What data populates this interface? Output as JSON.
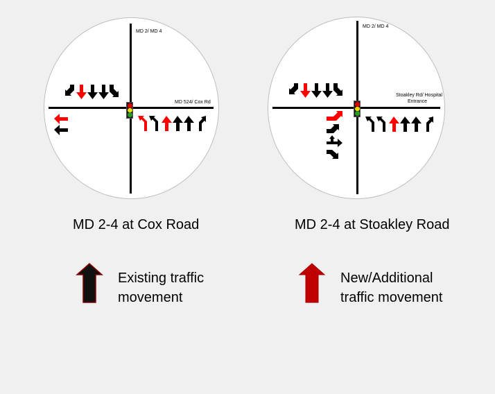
{
  "colors": {
    "background": "#f0f0f0",
    "existing": "#000000",
    "new": "#ff0000",
    "legend_new": "#c00000",
    "legend_existing_outline": "#8b0000",
    "signal_red": "#e00000",
    "signal_yellow": "#e8e000",
    "signal_green": "#2a9a2a"
  },
  "intersections": [
    {
      "caption": "MD 2-4 at Cox Road",
      "north_road_label": "MD 2/ MD 4",
      "east_road_label": "MD 524/ Cox Rd",
      "southbound_lanes": [
        "right-turn-sw",
        "through-new",
        "through",
        "through",
        "left-turn-se"
      ],
      "southbound_colors": [
        "existing",
        "new",
        "existing",
        "existing",
        "existing"
      ],
      "westbound_lanes": [
        "left-new",
        "left"
      ],
      "northbound_lanes": [
        "left-turn-new",
        "left-turn",
        "through-new",
        "through",
        "through",
        "right-turn"
      ]
    },
    {
      "caption": "MD 2-4 at Stoakley Road",
      "north_road_label": "MD 2/ MD 4",
      "east_road_label_line1": "Stoakley Rd/ Hospital",
      "east_road_label_line2": "Entrance",
      "southbound_lanes": [
        "right-turn-sw",
        "through-new",
        "through",
        "through",
        "left-turn-se"
      ],
      "eastbound_lanes": [
        "left-turn-new",
        "left-turn",
        "through-left",
        "right-turn"
      ],
      "northbound_lanes": [
        "left-turn",
        "left-turn",
        "through-new",
        "through",
        "through",
        "right-turn"
      ]
    }
  ],
  "legend": [
    {
      "label_line1": "Existing traffic",
      "label_line2": "movement",
      "icon": "black-up-arrow-icon"
    },
    {
      "label_line1": "New/Additional",
      "label_line2": "traffic movement",
      "icon": "red-up-arrow-icon"
    }
  ]
}
